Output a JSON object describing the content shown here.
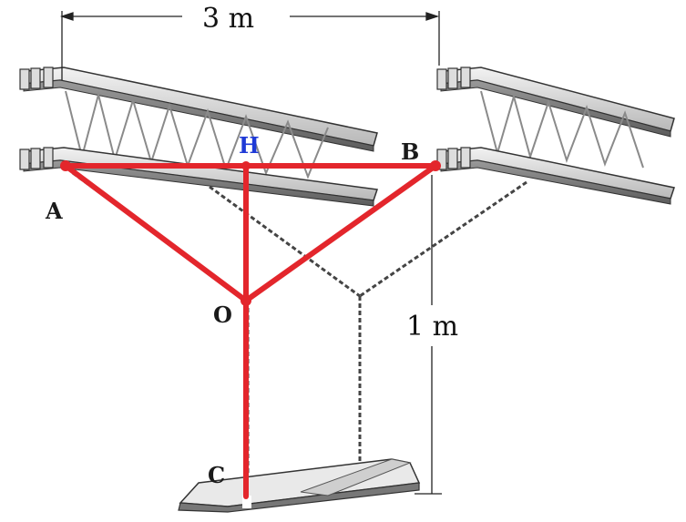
{
  "figure": {
    "dimensions": {
      "span_label": "3 m",
      "height_label": "1 m"
    },
    "points": {
      "A": "A",
      "B": "B",
      "H": "H",
      "O": "O",
      "C": "C"
    },
    "colors": {
      "red_lines": "#e3262c",
      "highlight_label": "#1f3ad6",
      "steel": "#d8d8d8",
      "chain": "#555555"
    }
  }
}
